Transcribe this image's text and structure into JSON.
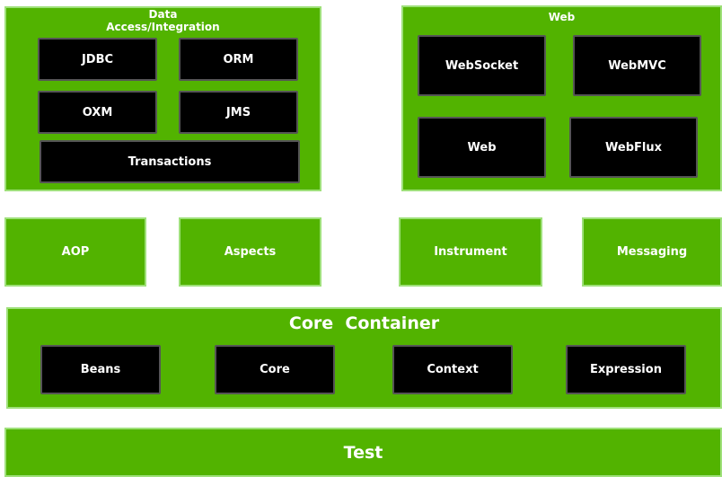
{
  "data_access": {
    "title_line1": "Data",
    "title_line2": "Access/Integration",
    "modules": [
      "JDBC",
      "ORM",
      "OXM",
      "JMS",
      "Transactions"
    ]
  },
  "web": {
    "title": "Web",
    "modules": [
      "WebSocket",
      "WebMVC",
      "Web",
      "WebFlux"
    ]
  },
  "middle": [
    "AOP",
    "Aspects",
    "Instrument",
    "Messaging"
  ],
  "core_container": {
    "title": "Core  Container",
    "modules": [
      "Beans",
      "Core",
      "Context",
      "Expression"
    ]
  },
  "test": {
    "title": "Test"
  },
  "colors": {
    "panel": "#52b300",
    "module": "#000000",
    "text": "#ffffff"
  }
}
